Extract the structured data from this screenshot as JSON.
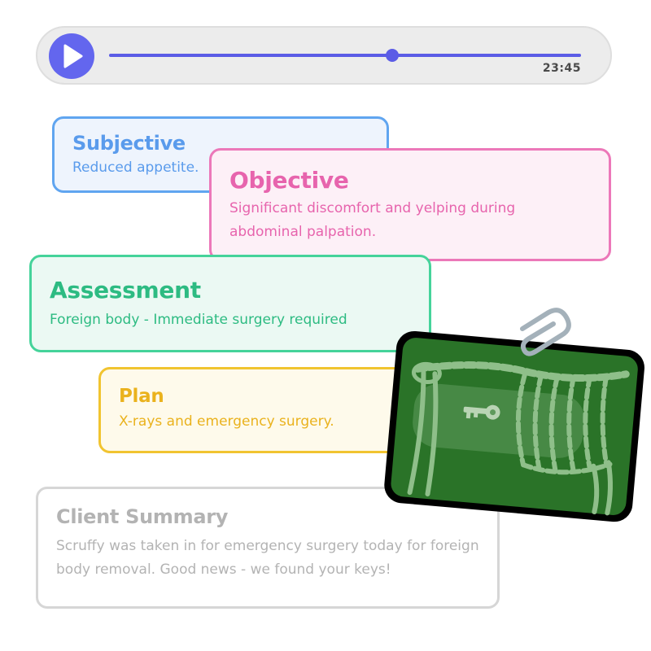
{
  "player": {
    "state": "paused",
    "progress": 0.6,
    "time": "23:45",
    "accent": "#6366ee"
  },
  "notes": {
    "subjective": {
      "title": "Subjective",
      "body": "Reduced appetite.",
      "color": "#5a9bec"
    },
    "objective": {
      "title": "Objective",
      "body": "Significant discomfort and yelping during abdominal palpation.",
      "color": "#e764ad"
    },
    "assessment": {
      "title": "Assessment",
      "body": "Foreign body - Immediate surgery required",
      "color": "#2dbb82"
    },
    "plan": {
      "title": "Plan",
      "body": "X-rays and emergency surgery.",
      "color": "#eab21d"
    }
  },
  "summary": {
    "title": "Client Summary",
    "body": "Scruffy was taken in for emergency surgery today for foreign body removal. Good news - we found your keys!"
  },
  "attachment": {
    "type": "x-ray image",
    "icons": [
      "paperclip-icon",
      "key-icon"
    ],
    "film_color": "#2a7328"
  }
}
